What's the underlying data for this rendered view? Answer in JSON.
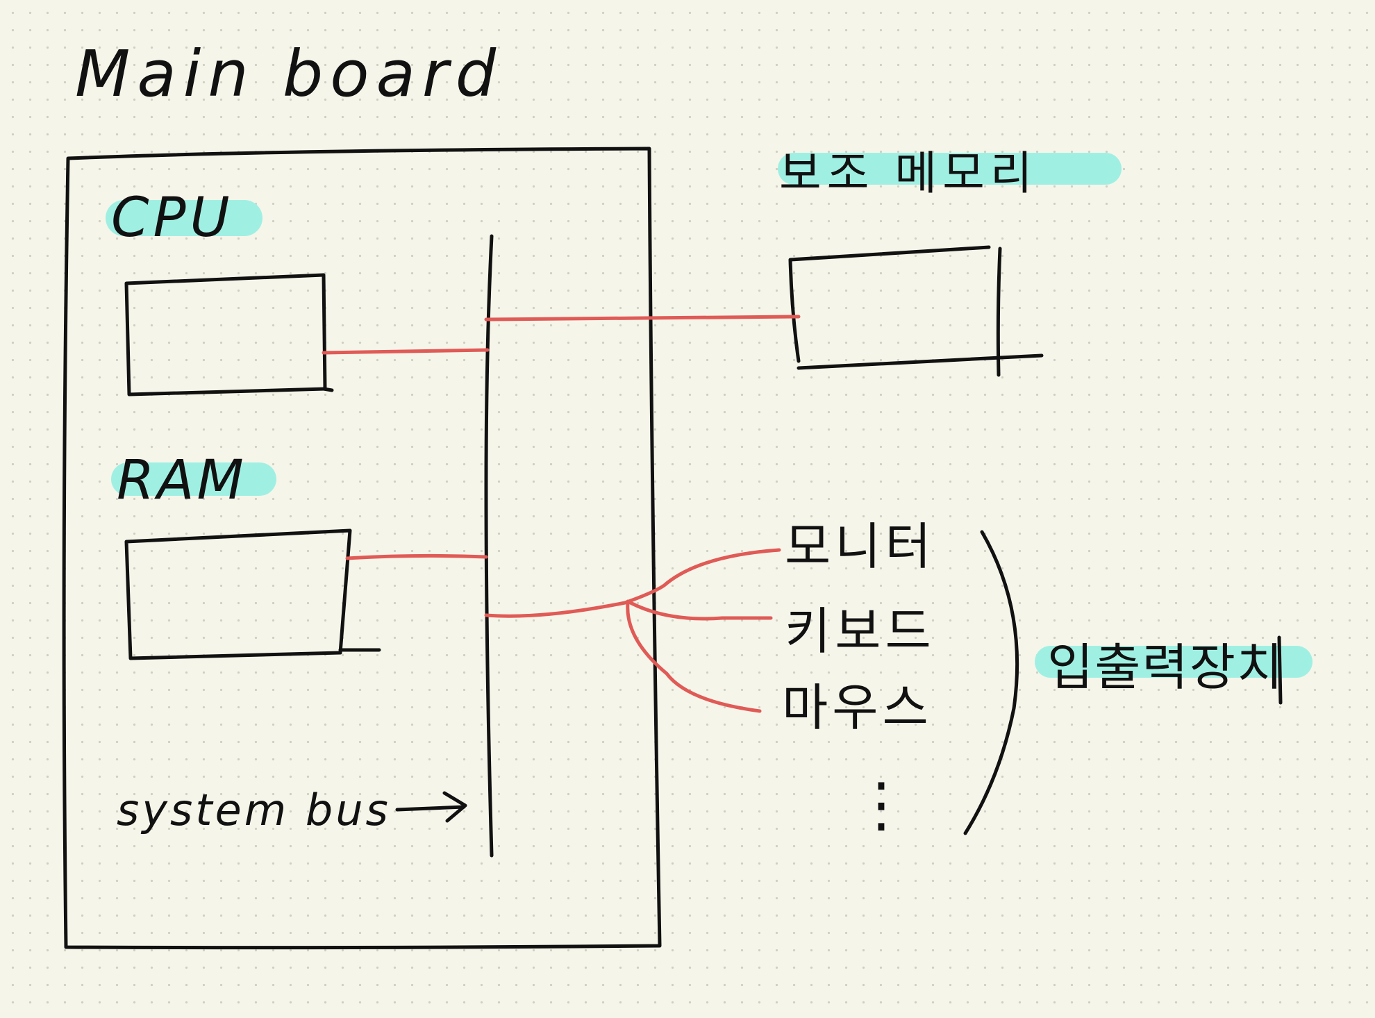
{
  "diagram": {
    "title": "Main board",
    "components": {
      "cpu": "CPU",
      "ram": "RAM",
      "secondary_memory": "보조 메모리",
      "bus_label": "system bus"
    },
    "io_devices": {
      "monitor": "모니터",
      "keyboard": "키보드",
      "mouse": "마우스",
      "more": "⋮",
      "group_label": "입출력장치"
    },
    "colors": {
      "ink": "#111111",
      "wire": "#e05a56",
      "highlight": "#9ff0e3",
      "paper": "#f6f5ea"
    }
  }
}
